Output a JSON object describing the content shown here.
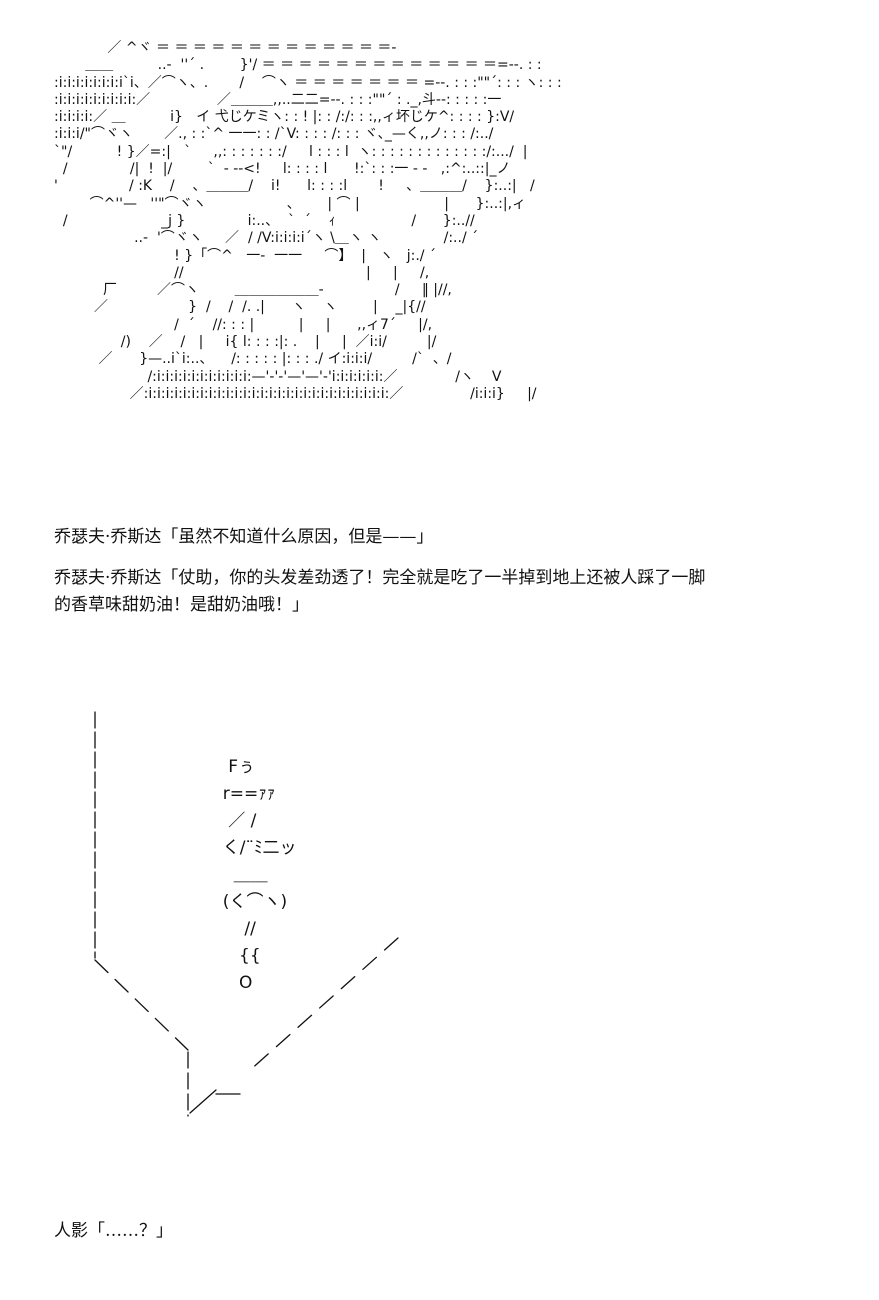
{
  "top_art": {
    "lines": [
      "            ／ ^ヾ ＝ ＝ ＝ ＝ ＝ ＝ ＝ ＝ ＝ ＝ ＝ ＝ ＝-",
      "       ＿＿          ..‐  ''´ .        }'/ ＝ ＝ ＝ ＝ ＝ ＝ ＝ ＝ ＝ ＝ ＝ ＝ ＝=‐‐. : :",
      ":i:i:i:i:i:i:i:i`i、／⌒ヽ、.       /    ⌒ヽ ＝ ＝ ＝ ＝ ＝ ＝ ＝ =‐‐. : : :\"\"´: : : ヽ: : :",
      ":i:i:i:i:i:i:i:i:i:／               ／＿＿＿,,..二二=‐‐. : : :\"\"´ : ._,斗‐‐: : : : :一",
      ":i:i:i:i:／ ＿          i}   イ 弋じケミヽ: : ! |: : /:/: : :,,ィ坏じケ^: : : : }:V/",
      ":i:i:i/\"⌒ヾヽ       ／., : :`^ 一一: : /`V: : : : /: : : ヾ､_—く,,ノ: : : /:../",
      "`\"/          ! }／=:|   `     ,,: : : : : : :/     l : : : l  ヽ: : : : : : : : : : : : :/:.../  |",
      "  /              /|  !  |/        `  ‐ ‐‐<!     l: : : : l      !:`: : :一 ‐ ‐   ,:^:..::|_ノ",
      "'                / :K    /    、＿＿＿/    i!      l: : : :l       !     、＿＿＿/    }:..:|   /",
      "        ⌒^''—   ''\"⌒ヾヽ                  、      | ⌒ |                   |      }:..:|,ィ",
      "  /                     _j }              i:..、  `  ´    ｨ                 /      }:..//",
      "                  ..‐  '⌒ヾヽ     ／  / /V:i:i:i:i´ヽ \\＿ヽ ヽ              /:../ ´",
      "                           ! }「⌒^   一‐  一一     ⌒】  |   ヽ   j:./ ´",
      "                           //                                         |     |     /,",
      "           厂         ／⌒ヽ        ＿＿＿＿＿＿-                /     ‖ |//,",
      "         ／                  }  /    /  /. .|      ヽ    ヽ        |    _|{//",
      "                           /  ´    //: : : |          |     |      ,,ィ7´     |/,",
      "               /)    ／    /   |     i{ l: : : :|: .    |     |  ／i:i/         |/",
      "          ／      }—..i`i:..、    /: : : : : |: : : ./ イ:i:i:i/         /`  、/",
      "                     /:i:i:i:i:i:i:i:i:i:i:i:—'‐'‐'—'—'‐'i:i:i:i:i:i:／             /ヽ    V",
      "                 ／:i:i:i:i:i:i:i:i:i:i:i:i:i:i:i:i:i:i:i:i:i:i:i:i:i:i:i:i:／               /i:i:i}     |/"
    ]
  },
  "dialog": {
    "line1": "乔瑟夫·乔斯达「虽然不知道什么原因，但是——」",
    "line2a": "乔瑟夫·乔斯达「仗助，你的头发差劲透了！完全就是吃了一半掉到地上还被人踩了一脚",
    "line2b": "的香草味甜奶油！是甜奶油哦！」",
    "line3": "人影「……？」"
  },
  "figure_art": {
    "lines": [
      "   Fぅ",
      "  r==ｧｧ",
      "   ／ /",
      "  く/¨ﾐ二ッ",
      "    ＿＿",
      "  (く⌒ヽ)",
      "      //",
      "     {{",
      "     O"
    ]
  }
}
